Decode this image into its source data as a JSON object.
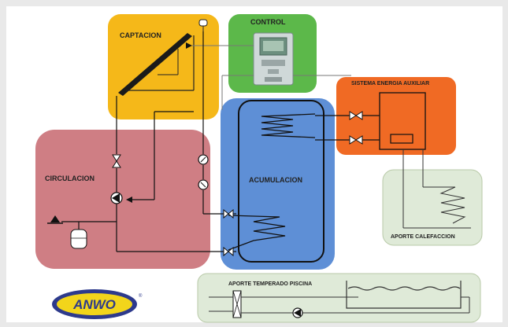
{
  "blocks": {
    "captacion": {
      "label": "CAPTACION",
      "color": "#f5b819"
    },
    "control": {
      "label": "CONTROL",
      "color": "#5cb84a"
    },
    "sistema_energia_auxiliar": {
      "label": "SISTEMA ENERGIA AUXILIAR",
      "color": "#f06a24"
    },
    "circulacion": {
      "label": "CIRCULACION",
      "color": "#cf7e84"
    },
    "acumulacion": {
      "label": "ACUMULACION",
      "color": "#5e8fd6"
    },
    "aporte_calefaccion": {
      "label": "APORTE CALEFACCION",
      "color": "#dfead8"
    },
    "aporte_temperado_piscina": {
      "label": "APORTE TEMPERADO PISCINA",
      "color": "#dfead8"
    }
  },
  "logo": {
    "text": "ANWO",
    "registered": "®",
    "outer_color": "#2d3a8c",
    "fill_color": "#f2d51b"
  },
  "colors": {
    "pipe": "#222222",
    "page": "#ffffff",
    "frame": "#e9e9e9"
  }
}
